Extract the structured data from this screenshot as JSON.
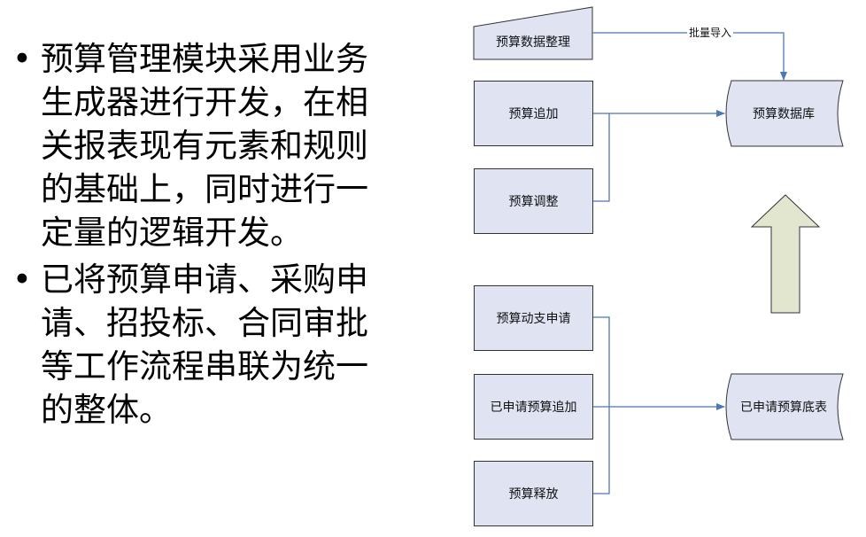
{
  "bullets": [
    "预算管理模块采用业务生成器进行开发，在相关报表现有元素和规则的基础上，同时进行一定量的逻辑开发。",
    "已将预算申请、采购申请、招投标、合同审批等工作流程串联为统一的整体。"
  ],
  "bullet_symbol": "•",
  "diagram": {
    "nodes": {
      "budget_data_organize": "预算数据整理",
      "budget_add": "预算追加",
      "budget_adjust": "预算调整",
      "budget_db": "预算数据库",
      "budget_spend_request": "预算动支申请",
      "requested_budget_add": "已申请预算追加",
      "budget_release": "预算释放",
      "requested_budget_base_table": "已申请预算底表"
    },
    "edge_labels": {
      "batch_import": "批量导入"
    },
    "colors": {
      "box_fill": "#dfe3f2",
      "connector": "#4a78b8",
      "big_arrow_fill": "#e2e6cf"
    }
  }
}
